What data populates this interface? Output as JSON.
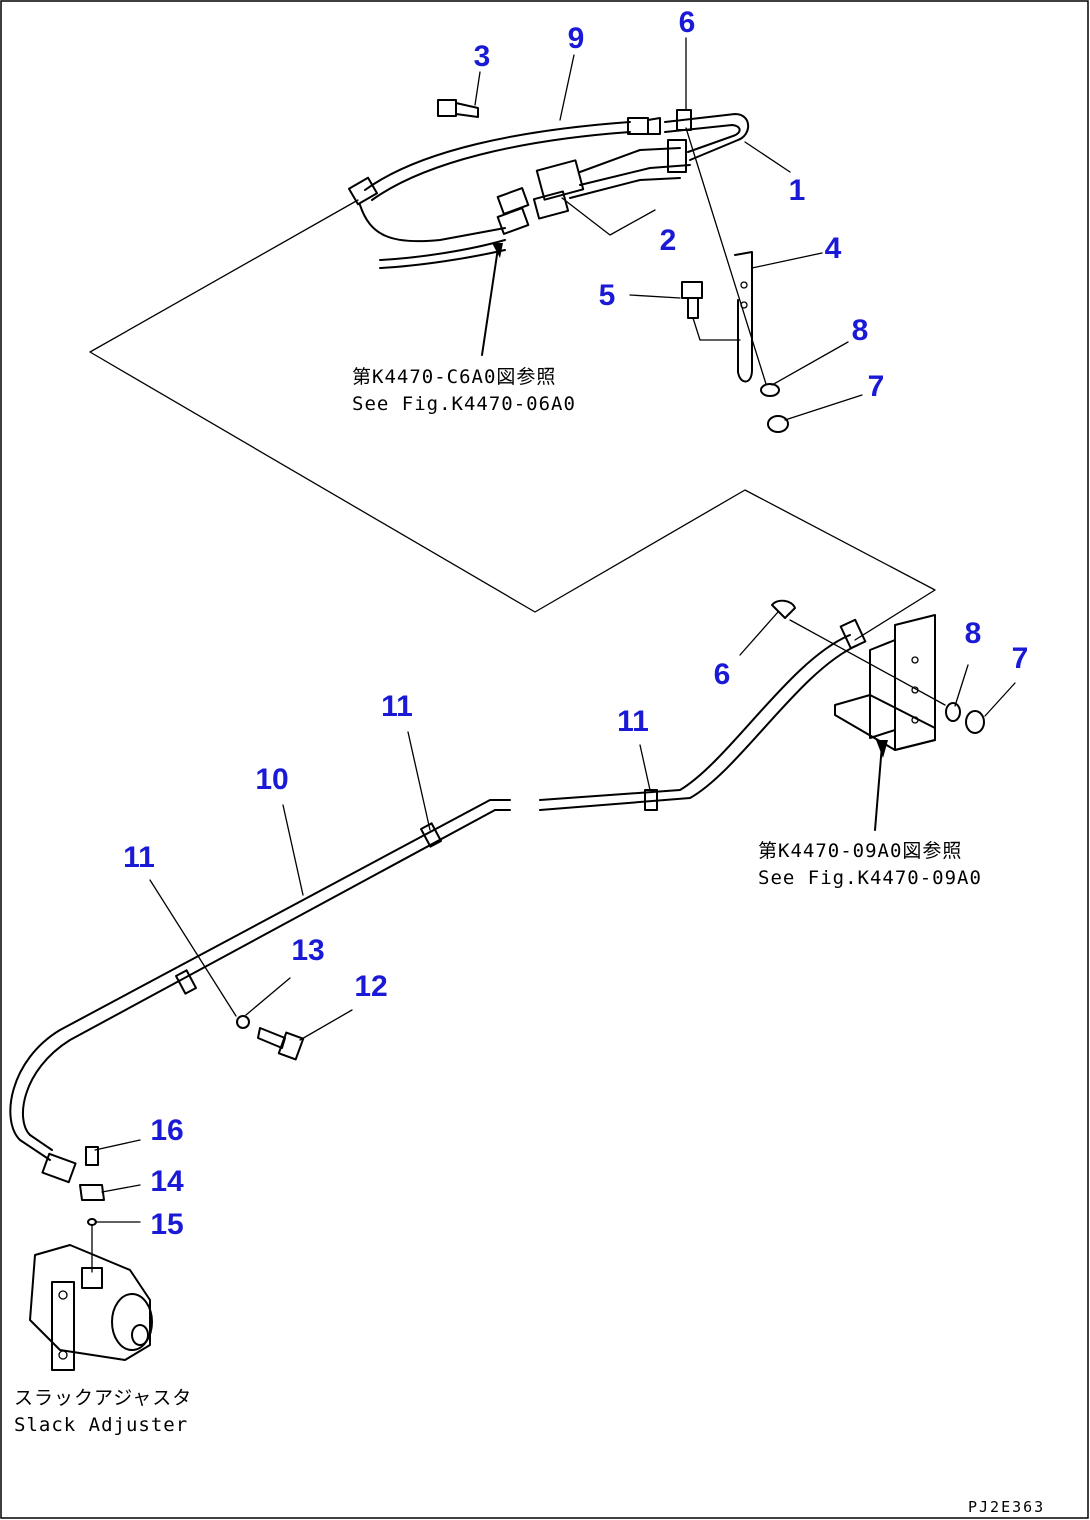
{
  "callouts": [
    {
      "id": "c1",
      "label": "1"
    },
    {
      "id": "c2",
      "label": "2"
    },
    {
      "id": "c3",
      "label": "3"
    },
    {
      "id": "c4",
      "label": "4"
    },
    {
      "id": "c5",
      "label": "5"
    },
    {
      "id": "c6a",
      "label": "6"
    },
    {
      "id": "c7a",
      "label": "7"
    },
    {
      "id": "c8a",
      "label": "8"
    },
    {
      "id": "c9",
      "label": "9"
    },
    {
      "id": "c6b",
      "label": "6"
    },
    {
      "id": "c7b",
      "label": "7"
    },
    {
      "id": "c8b",
      "label": "8"
    },
    {
      "id": "c10",
      "label": "10"
    },
    {
      "id": "c11a",
      "label": "11"
    },
    {
      "id": "c11b",
      "label": "11"
    },
    {
      "id": "c11c",
      "label": "11"
    },
    {
      "id": "c12",
      "label": "12"
    },
    {
      "id": "c13",
      "label": "13"
    },
    {
      "id": "c14",
      "label": "14"
    },
    {
      "id": "c15",
      "label": "15"
    },
    {
      "id": "c16",
      "label": "16"
    }
  ],
  "references": {
    "upper_jp": "第K4470-C6A0図参照",
    "upper_en": "See Fig.K4470-06A0",
    "mid_jp": "第K4470-09A0図参照",
    "mid_en": "See Fig.K4470-09A0",
    "slack_jp": "スラックアジャスタ",
    "slack_en": "Slack Adjuster"
  },
  "figure_code": "PJ2E363",
  "colors": {
    "callout": "#1a1ad6",
    "line": "#000000",
    "background": "#ffffff"
  }
}
